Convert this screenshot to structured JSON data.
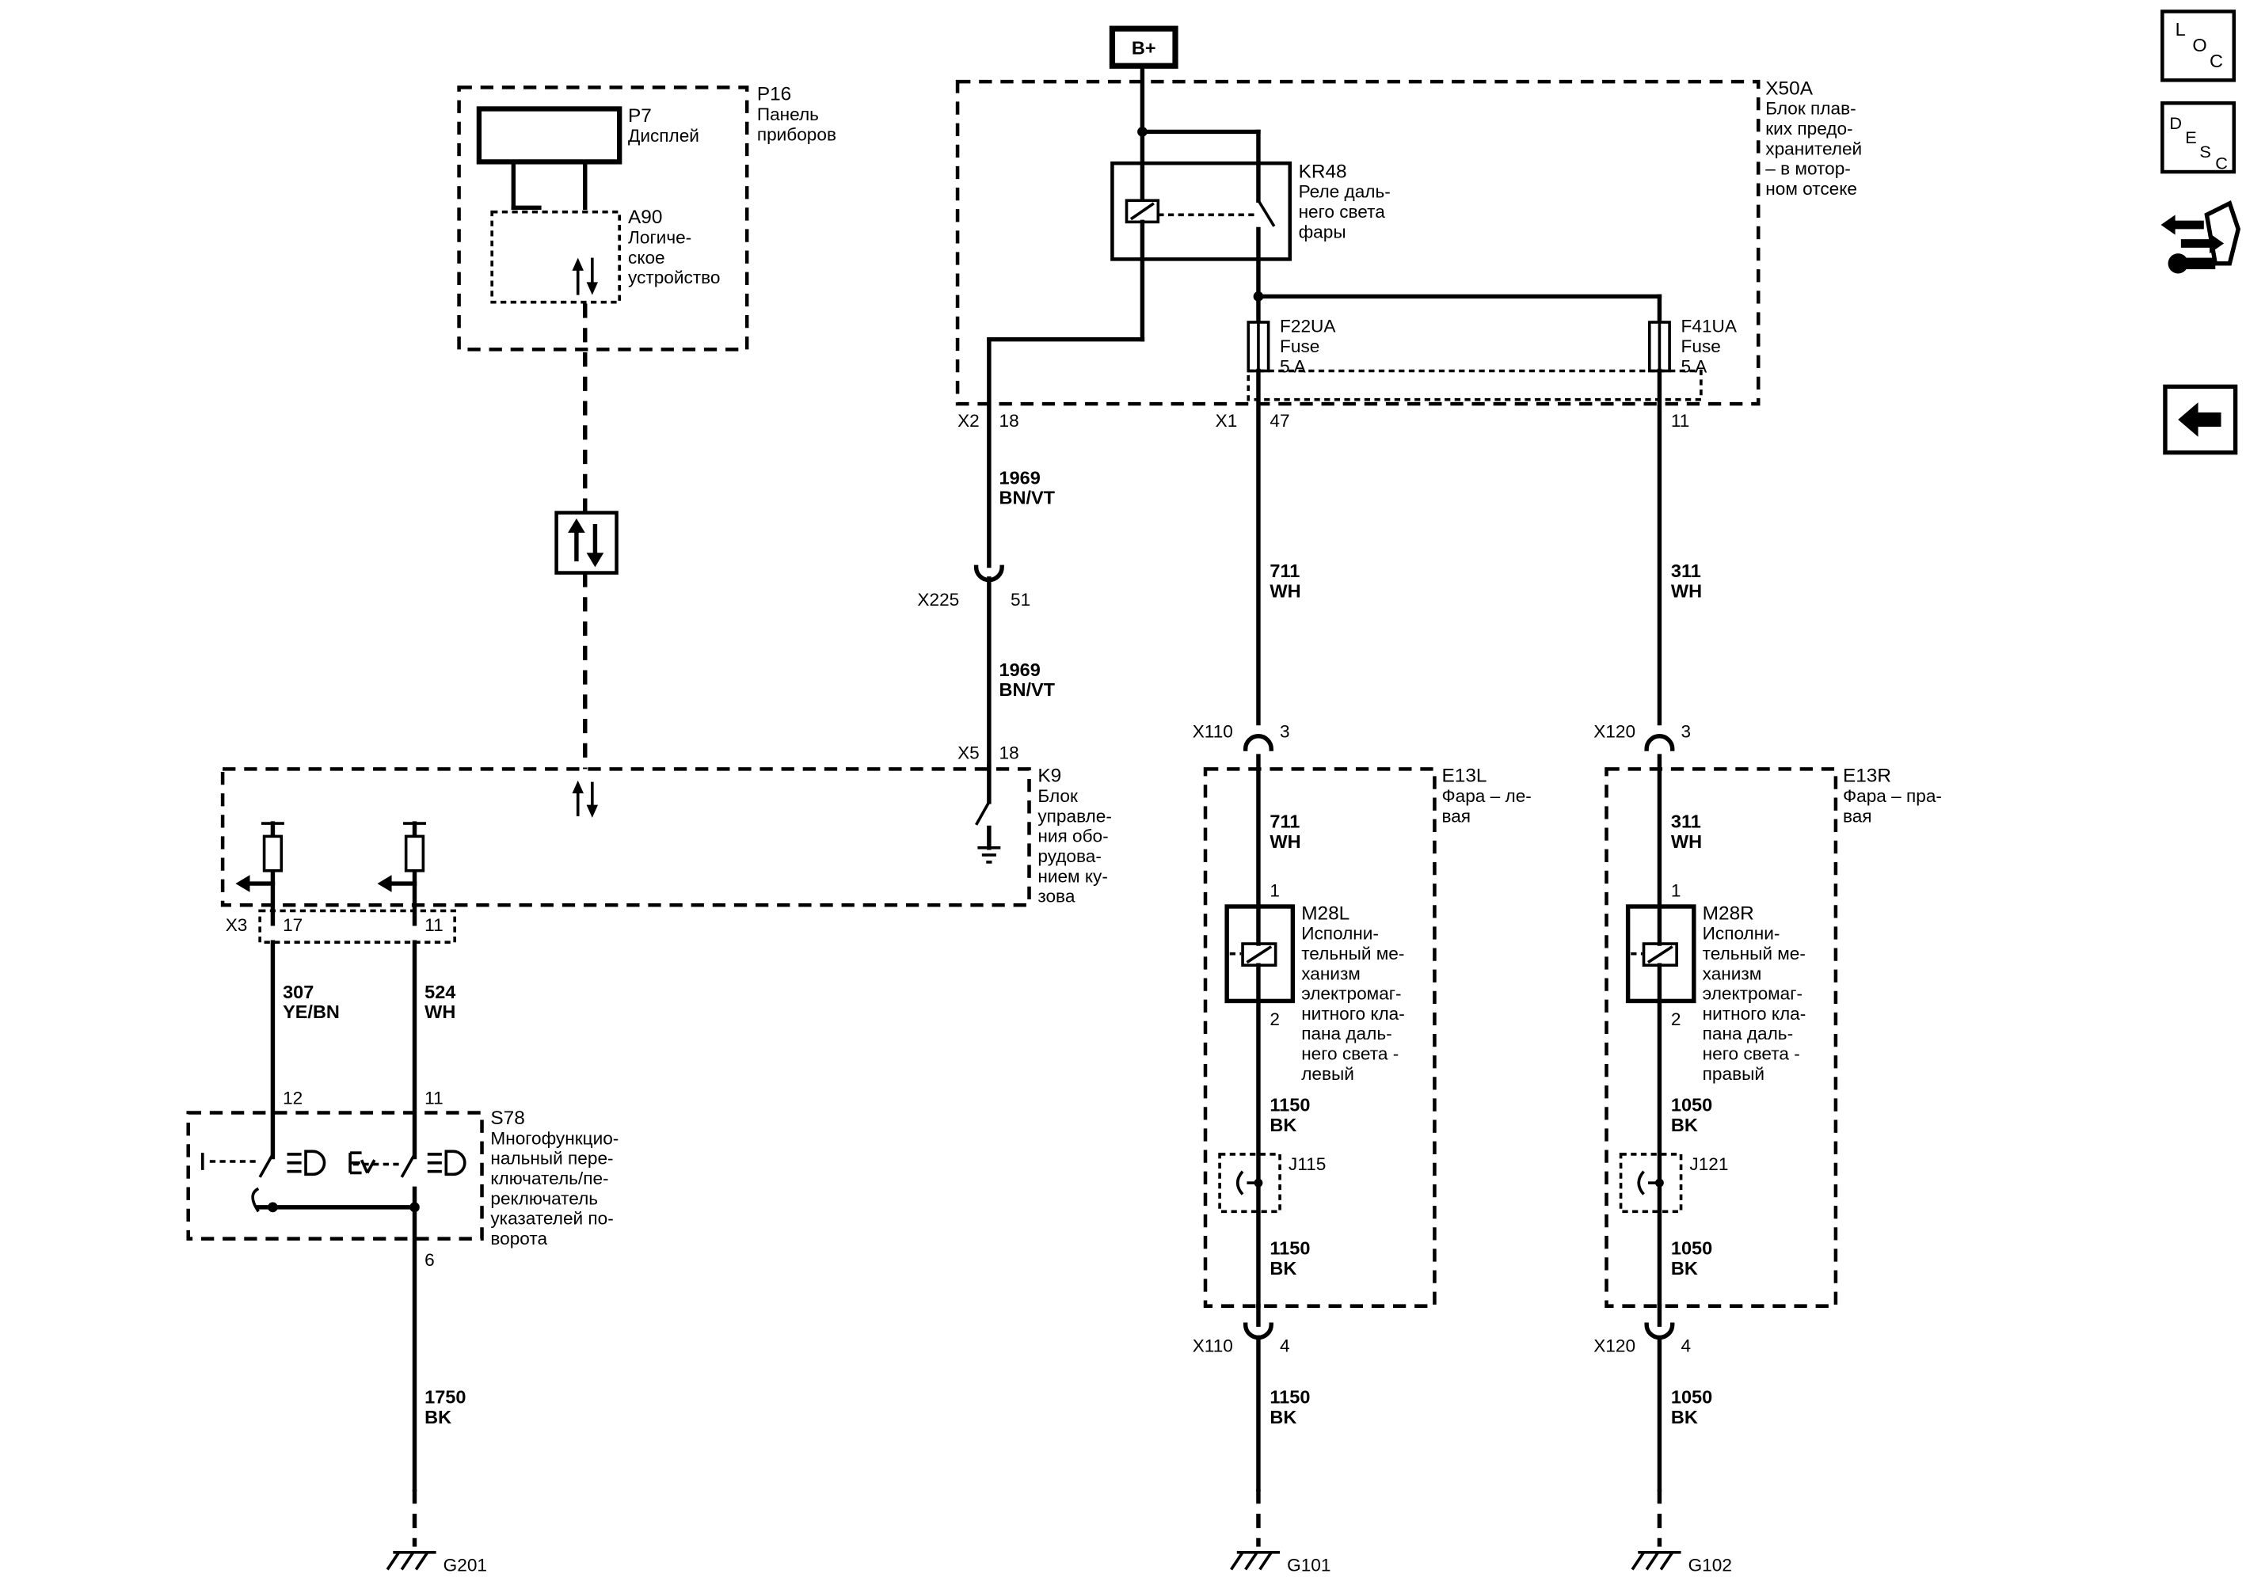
{
  "diagram": {
    "power": {
      "label": "B+"
    },
    "fuse_block": {
      "id": "X50A",
      "lines": [
        "Блок плав-",
        "ких предо-",
        "хранителей",
        "– в мотор-",
        "ном отсеке"
      ]
    },
    "relay": {
      "id": "KR48",
      "lines": [
        "Реле даль-",
        "него света",
        "фары"
      ]
    },
    "fuses": [
      {
        "id": "F22UA",
        "type": "Fuse",
        "rating": "5 A"
      },
      {
        "id": "F41UA",
        "type": "Fuse",
        "rating": "5 A"
      }
    ],
    "fuse_block_connectors": {
      "x2": "X2",
      "x2_pin": "18",
      "x1": "X1",
      "x1_pin_a": "47",
      "x1_pin_b": "11"
    },
    "panel": {
      "id": "P16",
      "lines": [
        "Панель",
        "приборов"
      ]
    },
    "display": {
      "id": "P7",
      "name": "Дисплей"
    },
    "logic": {
      "id": "A90",
      "lines": [
        "Логиче-",
        "ское",
        "устройство"
      ]
    },
    "bcm": {
      "id": "K9",
      "lines": [
        "Блок",
        "управле-",
        "ния обо-",
        "рудова-",
        "нием ку-",
        "зова"
      ]
    },
    "bcm_connectors": {
      "x5": "X5",
      "x5_pin": "18",
      "x3": "X3",
      "x3_pin_a": "17",
      "x3_pin_b": "11"
    },
    "inline_x225": {
      "id": "X225",
      "pin": "51"
    },
    "wires": {
      "w1969_top": {
        "num": "1969",
        "color": "BN/VT"
      },
      "w1969_bot": {
        "num": "1969",
        "color": "BN/VT"
      },
      "w711_top": {
        "num": "711",
        "color": "WH"
      },
      "w711_in": {
        "num": "711",
        "color": "WH"
      },
      "w311_top": {
        "num": "311",
        "color": "WH"
      },
      "w311_in": {
        "num": "311",
        "color": "WH"
      },
      "w307": {
        "num": "307",
        "color": "YE/BN"
      },
      "w524": {
        "num": "524",
        "color": "WH"
      },
      "w1750": {
        "num": "1750",
        "color": "BK"
      },
      "w1150_a": {
        "num": "1150",
        "color": "BK"
      },
      "w1150_b": {
        "num": "1150",
        "color": "BK"
      },
      "w1150_c": {
        "num": "1150",
        "color": "BK"
      },
      "w1050_a": {
        "num": "1050",
        "color": "BK"
      },
      "w1050_b": {
        "num": "1050",
        "color": "BK"
      },
      "w1050_c": {
        "num": "1050",
        "color": "BK"
      }
    },
    "switch": {
      "id": "S78",
      "pin_a": "12",
      "pin_b": "11",
      "pin_c": "6",
      "lines": [
        "Многофункцио-",
        "нальный пере-",
        "ключатель/пе-",
        "реключатель",
        "указателей по-",
        "ворота"
      ]
    },
    "lamp_left": {
      "id": "E13L",
      "lines": [
        "Фара – ле-",
        "вая"
      ]
    },
    "lamp_right": {
      "id": "E13R",
      "lines": [
        "Фара – пра-",
        "вая"
      ]
    },
    "actuator_left": {
      "id": "M28L",
      "pin1": "1",
      "pin2": "2",
      "lines": [
        "Исполни-",
        "тельный ме-",
        "ханизм",
        "электромаг-",
        "нитного кла-",
        "пана даль-",
        "него света -",
        "левый"
      ]
    },
    "actuator_right": {
      "id": "M28R",
      "pin1": "1",
      "pin2": "2",
      "lines": [
        "Исполни-",
        "тельный ме-",
        "ханизм",
        "электромаг-",
        "нитного кла-",
        "пана даль-",
        "него света -",
        "правый"
      ]
    },
    "splice_left": {
      "id": "J115"
    },
    "splice_right": {
      "id": "J121"
    },
    "conn_left": {
      "id_top": "X110",
      "pin_top": "3",
      "id_bot": "X110",
      "pin_bot": "4"
    },
    "conn_right": {
      "id_top": "X120",
      "pin_top": "3",
      "id_bot": "X120",
      "pin_bot": "4"
    },
    "grounds": {
      "g201": "G201",
      "g101": "G101",
      "g102": "G102"
    }
  },
  "toolbar": {
    "loc": {
      "l": "L",
      "o": "O",
      "c": "C"
    },
    "desc": {
      "d": "D",
      "e": "E",
      "s": "S",
      "c": "C"
    }
  }
}
